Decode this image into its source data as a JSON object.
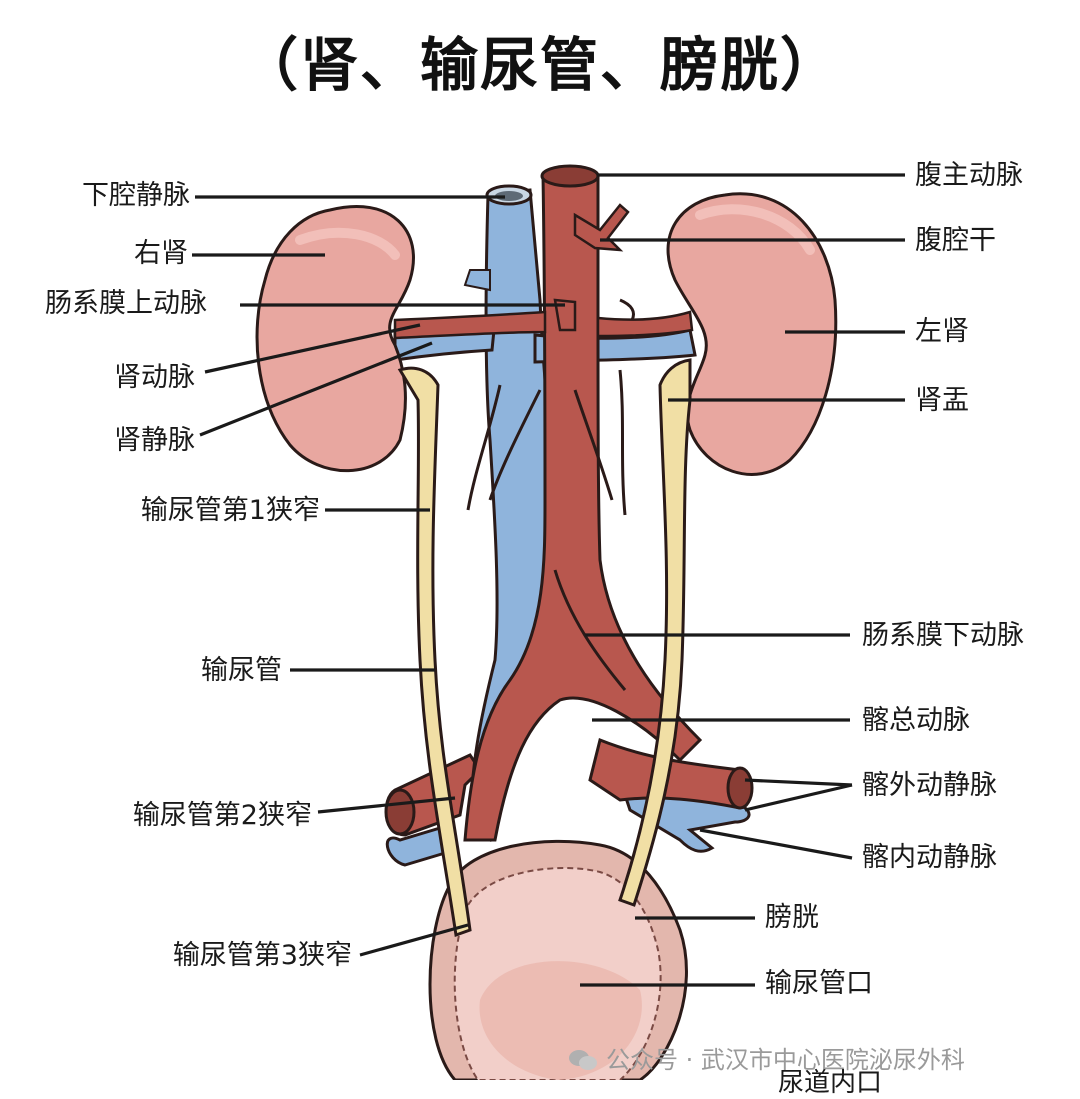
{
  "title": "（肾、输尿管、膀胱）",
  "labels": {
    "ivc": "下腔静脉",
    "right_kidney": "右肾",
    "sma": "肠系膜上动脉",
    "renal_artery": "肾动脉",
    "renal_vein": "肾静脉",
    "ureter_narrow_1": "输尿管第1狭窄",
    "ureter": "输尿管",
    "ureter_narrow_2": "输尿管第2狭窄",
    "ureter_narrow_3": "输尿管第3狭窄",
    "aorta": "腹主动脉",
    "celiac_trunk": "腹腔干",
    "left_kidney": "左肾",
    "renal_pelvis": "肾盂",
    "ima": "肠系膜下动脉",
    "common_iliac": "髂总动脉",
    "external_iliac": "髂外动静脉",
    "internal_iliac": "髂内动静脉",
    "bladder": "膀胱",
    "ureteric_orifice": "输尿管口",
    "urethra_cutoff": "尿道内口"
  },
  "watermark": "公众号 · 武汉市中心医院泌尿外科",
  "colors": {
    "kidney": "#e8a7a0",
    "artery": "#b8574e",
    "vein": "#8fb4dc",
    "ureter": "#f1dfa5",
    "bladder_wall": "#e3b7ad",
    "bladder_inner": "#f2cfc9",
    "outline": "#2a1a18"
  }
}
